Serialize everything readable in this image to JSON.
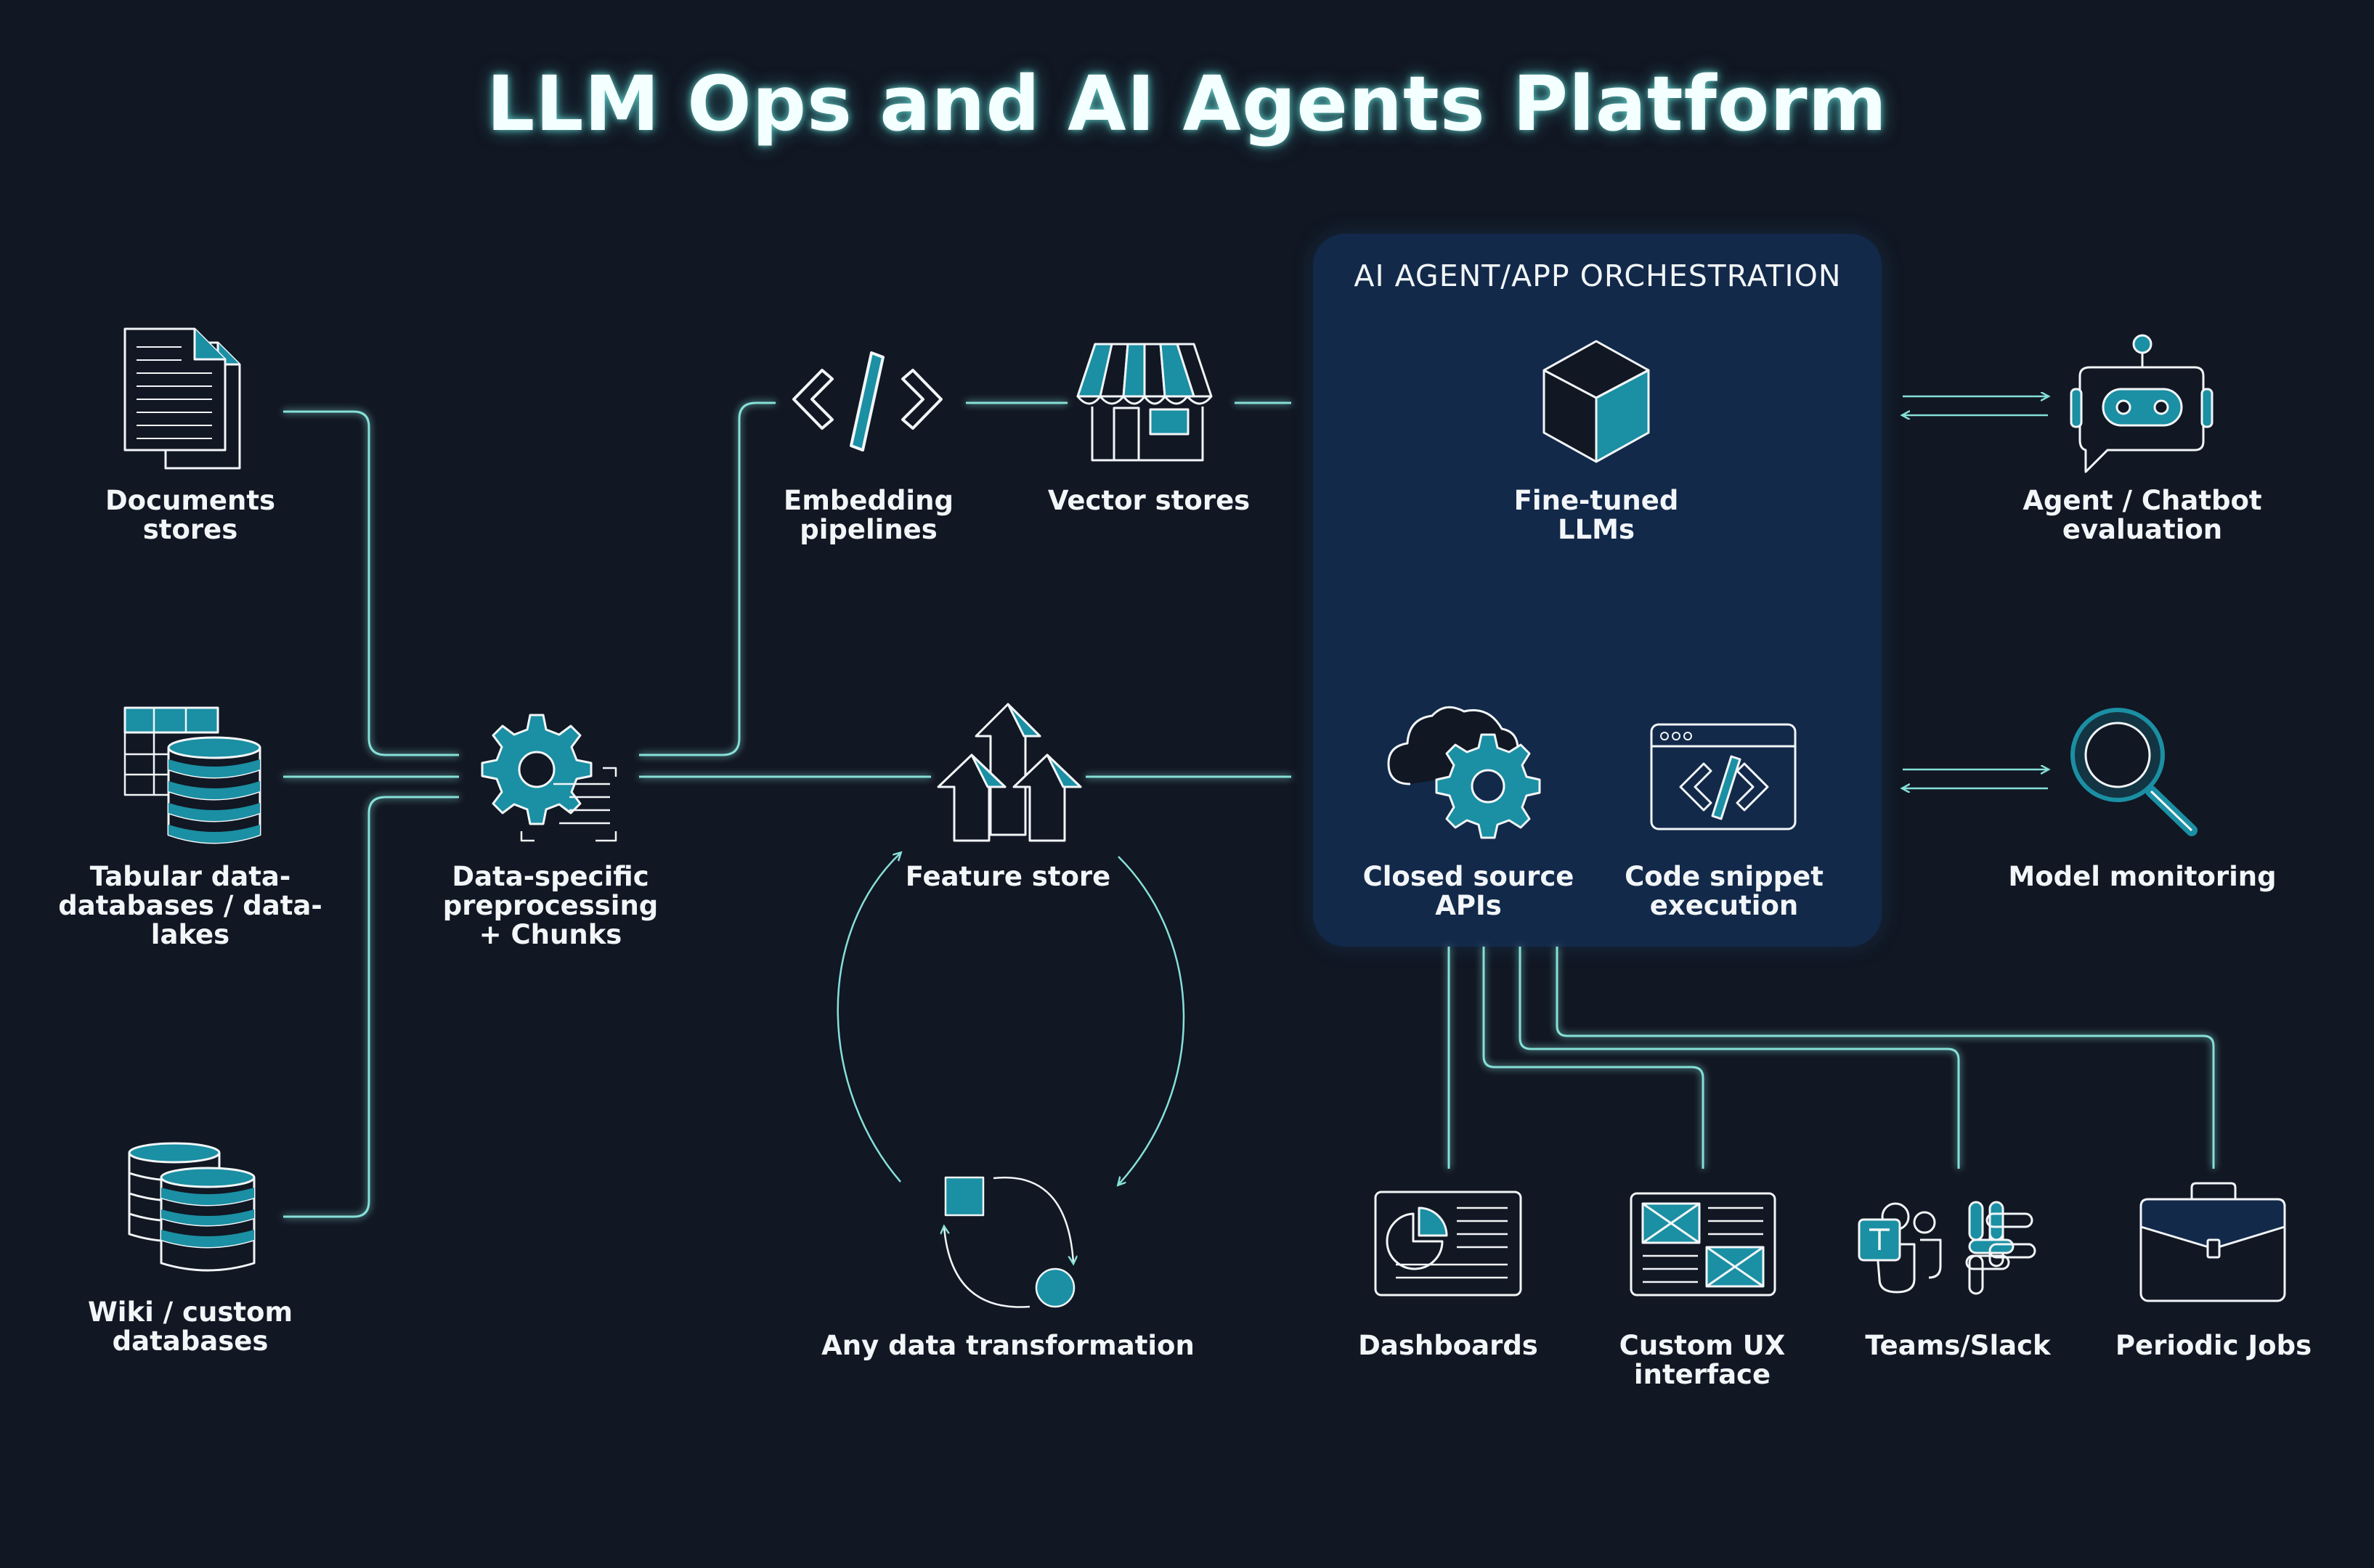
{
  "title": "LLM Ops and AI Agents Platform",
  "orchestration": {
    "title": "AI AGENT/APP ORCHESTRATION",
    "items": [
      {
        "id": "finetuned",
        "label": "Fine-tuned\nLLMs",
        "icon": "cube-icon"
      },
      {
        "id": "closed",
        "label": "Closed source\nAPIs",
        "icon": "cloud-gear-icon"
      },
      {
        "id": "code",
        "label": "Code snippet\nexecution",
        "icon": "code-window-icon"
      }
    ]
  },
  "sources": [
    {
      "id": "docs",
      "label": "Documents\nstores",
      "icon": "documents-icon"
    },
    {
      "id": "tabular",
      "label": "Tabular data-\ndatabases / data-lakes",
      "icon": "table-database-icon"
    },
    {
      "id": "wiki",
      "label": "Wiki / custom\ndatabases",
      "icon": "databases-icon"
    }
  ],
  "pipeline": [
    {
      "id": "preprocess",
      "label": "Data-specific\npreprocessing\n+ Chunks",
      "icon": "gear-scan-icon"
    },
    {
      "id": "embedding",
      "label": "Embedding\npipelines",
      "icon": "code-brackets-icon"
    },
    {
      "id": "vector",
      "label": "Vector stores",
      "icon": "storefront-icon"
    },
    {
      "id": "feature",
      "label": "Feature store",
      "icon": "arrows-up-icon"
    },
    {
      "id": "transform",
      "label": "Any data transformation",
      "icon": "transform-cycle-icon"
    }
  ],
  "evaluation": [
    {
      "id": "agent",
      "label": "Agent / Chatbot\nevaluation",
      "icon": "robot-icon"
    },
    {
      "id": "monitor",
      "label": "Model monitoring",
      "icon": "magnifier-icon"
    }
  ],
  "outputs": [
    {
      "id": "dashboards",
      "label": "Dashboards",
      "icon": "dashboard-icon"
    },
    {
      "id": "customux",
      "label": "Custom UX\ninterface",
      "icon": "ui-layout-icon"
    },
    {
      "id": "teams",
      "label": "Teams/Slack",
      "icon": "teams-slack-icon"
    },
    {
      "id": "jobs",
      "label": "Periodic Jobs",
      "icon": "briefcase-icon"
    }
  ],
  "colors": {
    "background": "#111723",
    "panel": "#13294a",
    "accent": "#1b8fa3",
    "line": "#86e0d8",
    "text": "#f2f6f8"
  }
}
